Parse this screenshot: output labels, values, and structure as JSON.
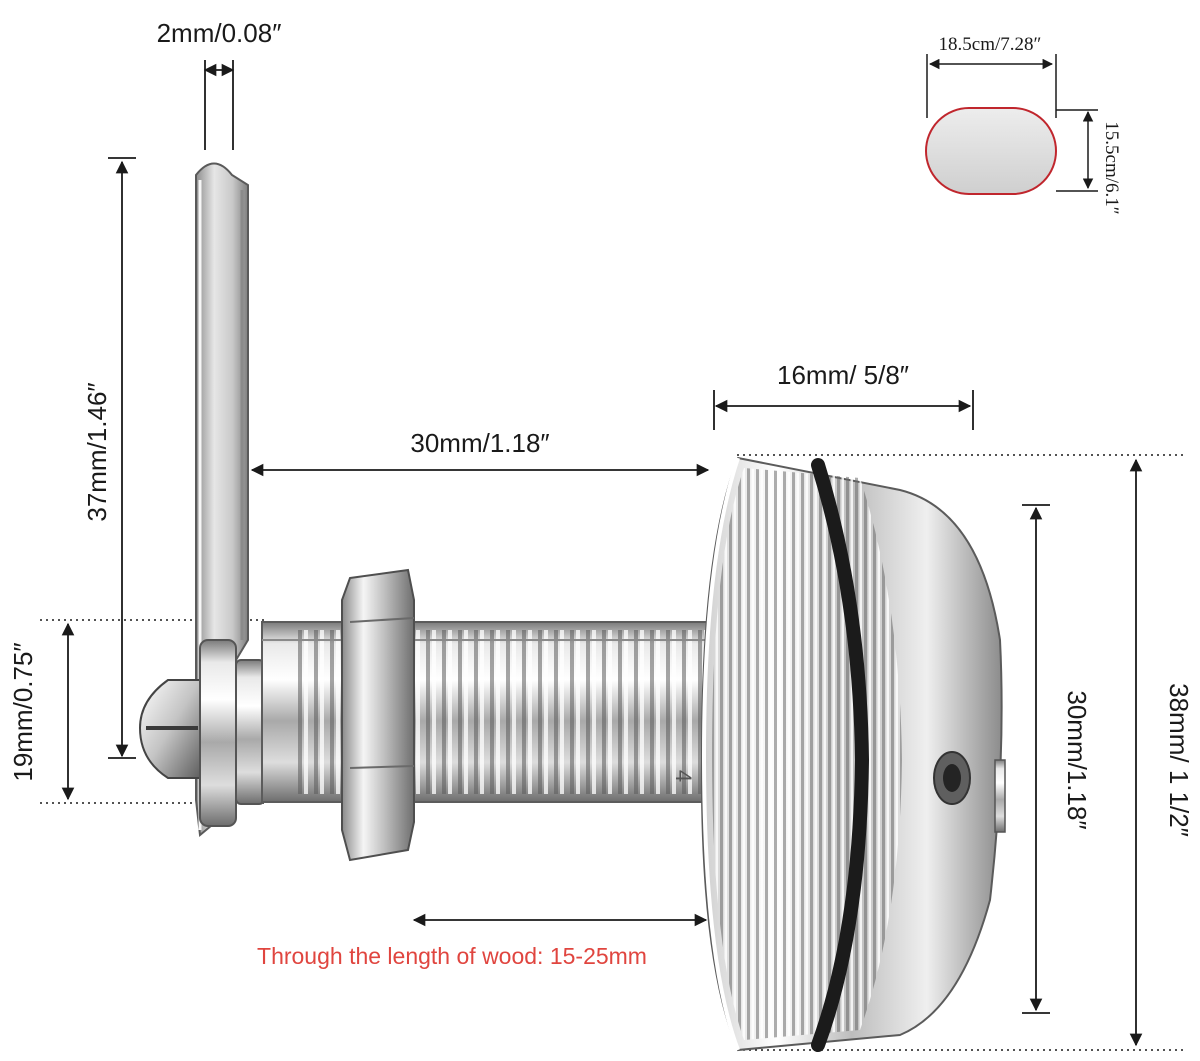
{
  "dimensions": {
    "cam_thickness": "2mm/0.08″",
    "cam_length": "37mm/1.46″",
    "cam_to_face": "30mm/1.18″",
    "face_depth": "16mm/ 5/8″",
    "shaft_to_base": "19mm/0.75″",
    "body_diameter": "30mm/1.18″",
    "face_diameter": "38mm/ 1 1/2″",
    "wood_thickness": "Through the length of wood: 15-25mm"
  },
  "hole_profile": {
    "width": "18.5cm/7.28″",
    "height": "15.5cm/6.1″"
  },
  "body_marking": "4",
  "colors": {
    "annotation": "#1a1a1a",
    "note": "#e0453f",
    "hole_outline": "#c0262d",
    "hole_fill": "#dcdcdc",
    "chrome_light": "#f2f2f2",
    "chrome_mid": "#b9b9b9",
    "chrome_dark": "#6e6e6e",
    "gasket": "#1b1b1b"
  }
}
